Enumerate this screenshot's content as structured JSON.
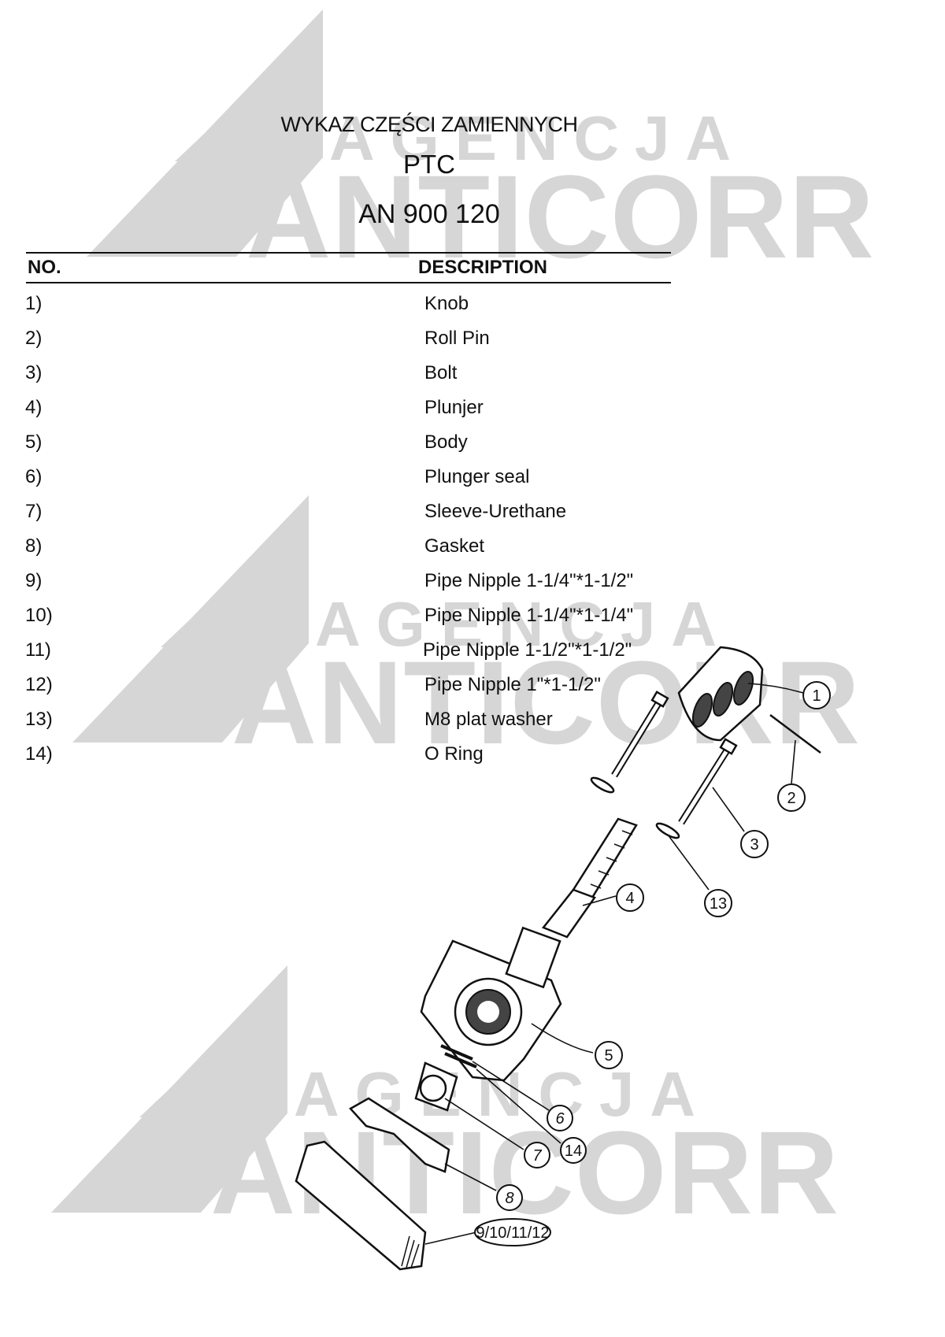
{
  "watermark": {
    "line1": "AGENCJA",
    "line2": "ANTICORR"
  },
  "header": {
    "subtitle": "WYKAZ CZĘŚCI ZAMIENNYCH",
    "product": "PTC",
    "code": "AN 900 120"
  },
  "table": {
    "columns": {
      "no": "NO.",
      "description": "DESCRIPTION"
    },
    "rows": [
      {
        "no": "1)",
        "description": "Knob"
      },
      {
        "no": "2)",
        "description": "Roll Pin"
      },
      {
        "no": "3)",
        "description": "Bolt"
      },
      {
        "no": "4)",
        "description": "Plunjer"
      },
      {
        "no": "5)",
        "description": "Body"
      },
      {
        "no": "6)",
        "description": "Plunger seal"
      },
      {
        "no": "7)",
        "description": "Sleeve-Urethane"
      },
      {
        "no": "8)",
        "description": "Gasket"
      },
      {
        "no": "9)",
        "description": "Pipe Nipple 1-1/4\"*1-1/2\""
      },
      {
        "no": "10)",
        "description": "Pipe Nipple 1-1/4\"*1-1/4\""
      },
      {
        "no": "11)",
        "description": "Pipe Nipple 1-1/2\"*1-1/2\""
      },
      {
        "no": "12)",
        "description": "Pipe Nipple 1\"*1-1/2\""
      },
      {
        "no": "13)",
        "description": "M8 plat washer"
      },
      {
        "no": "14)",
        "description": "O Ring"
      }
    ]
  },
  "diagram": {
    "callouts": [
      "1",
      "2",
      "3",
      "13",
      "4",
      "5",
      "6",
      "14",
      "7",
      "8",
      "9/10/11/12"
    ]
  }
}
